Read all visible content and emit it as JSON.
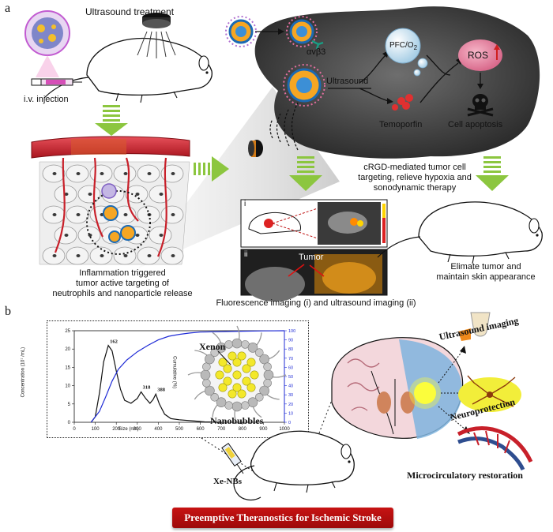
{
  "panel_a": {
    "letter": "a",
    "ultrasound_treatment": "Ultrasound treatment",
    "iv_injection": "i.v. injection",
    "inflammation_caption": "Inflammation triggered\ntumor active targeting of\nneutrophils and nanoparticle release",
    "integrin": "αvβ3",
    "ultrasound": "Ultrasound",
    "pfc": "PFC/O",
    "pfc_sub": "2",
    "ros": "ROS",
    "temoporfin": "Temoporfin",
    "apoptosis": "Cell apoptosis",
    "crgd_caption": "cRGD-mediated tumor cell\ntargeting, relieve hypoxia and\nsonodynamic therapy",
    "tumor": "Tumor",
    "roman_i": "i",
    "roman_ii": "ii",
    "imaging_caption": "Fluorescence imaging (i) and ultrasound imaging (ii)",
    "outcome_caption": "Elimate tumor and\nmaintain skin appearance"
  },
  "panel_b": {
    "letter": "b",
    "xenon": "Xenon",
    "nanobubbles": "Nanobubbles",
    "xe_nbs": "Xe-NBs",
    "ultrasound_imaging": "Ultrasound imaging",
    "neuroprotection": "Neuroprotection",
    "microcirculatory": "Microcirculatory restoration",
    "banner": "Preemptive Theranostics for  Ischemic Stroke"
  },
  "colors": {
    "arrow_green": "#8cc63f",
    "banner_red": "#b40f0f",
    "cell_dark": "#3a3a3a",
    "vessel_red": "#c8202a",
    "cumulative_blue": "#1f2bd6",
    "neuron_yellow": "#f2ee3a"
  },
  "chart_data": {
    "type": "line",
    "xlabel": "Size (nm)",
    "ylabel": "Concentration (10⁷ /mL)",
    "y2label": "Cumulative (%)",
    "xlim": [
      0,
      1000
    ],
    "ylim": [
      0,
      25
    ],
    "y2lim": [
      0,
      100
    ],
    "xticks": [
      0,
      100,
      200,
      300,
      400,
      500,
      600,
      700,
      800,
      900,
      1000
    ],
    "yticks": [
      0,
      5,
      10,
      15,
      20,
      25
    ],
    "y2ticks": [
      0,
      10,
      20,
      30,
      40,
      50,
      60,
      70,
      80,
      90,
      100
    ],
    "annotations": [
      {
        "x": 162,
        "y": 21.2,
        "text": "162"
      },
      {
        "x": 318,
        "y": 8.7,
        "text": "318"
      },
      {
        "x": 388,
        "y": 8.1,
        "text": "388"
      }
    ],
    "series": [
      {
        "axis": "left",
        "color": "#111111",
        "x": [
          80,
          100,
          120,
          140,
          162,
          180,
          200,
          220,
          240,
          270,
          300,
          318,
          340,
          360,
          375,
          388,
          405,
          430,
          460,
          500,
          560,
          620,
          700
        ],
        "y": [
          0,
          1.5,
          8,
          16.5,
          21,
          19.5,
          14,
          9,
          6,
          5.2,
          6.5,
          8.3,
          6.5,
          5.2,
          6.2,
          7.7,
          5,
          2.2,
          1,
          0.7,
          0.4,
          0.1,
          0
        ]
      },
      {
        "axis": "right",
        "color": "#1f2bd6",
        "x": [
          80,
          120,
          150,
          180,
          210,
          250,
          300,
          350,
          400,
          450,
          500,
          550,
          600,
          700,
          800,
          900,
          1000
        ],
        "y": [
          0,
          12,
          28,
          45,
          58,
          68,
          77,
          84,
          90,
          94,
          96,
          97.5,
          98.5,
          99,
          99.5,
          99.8,
          100
        ]
      }
    ]
  }
}
